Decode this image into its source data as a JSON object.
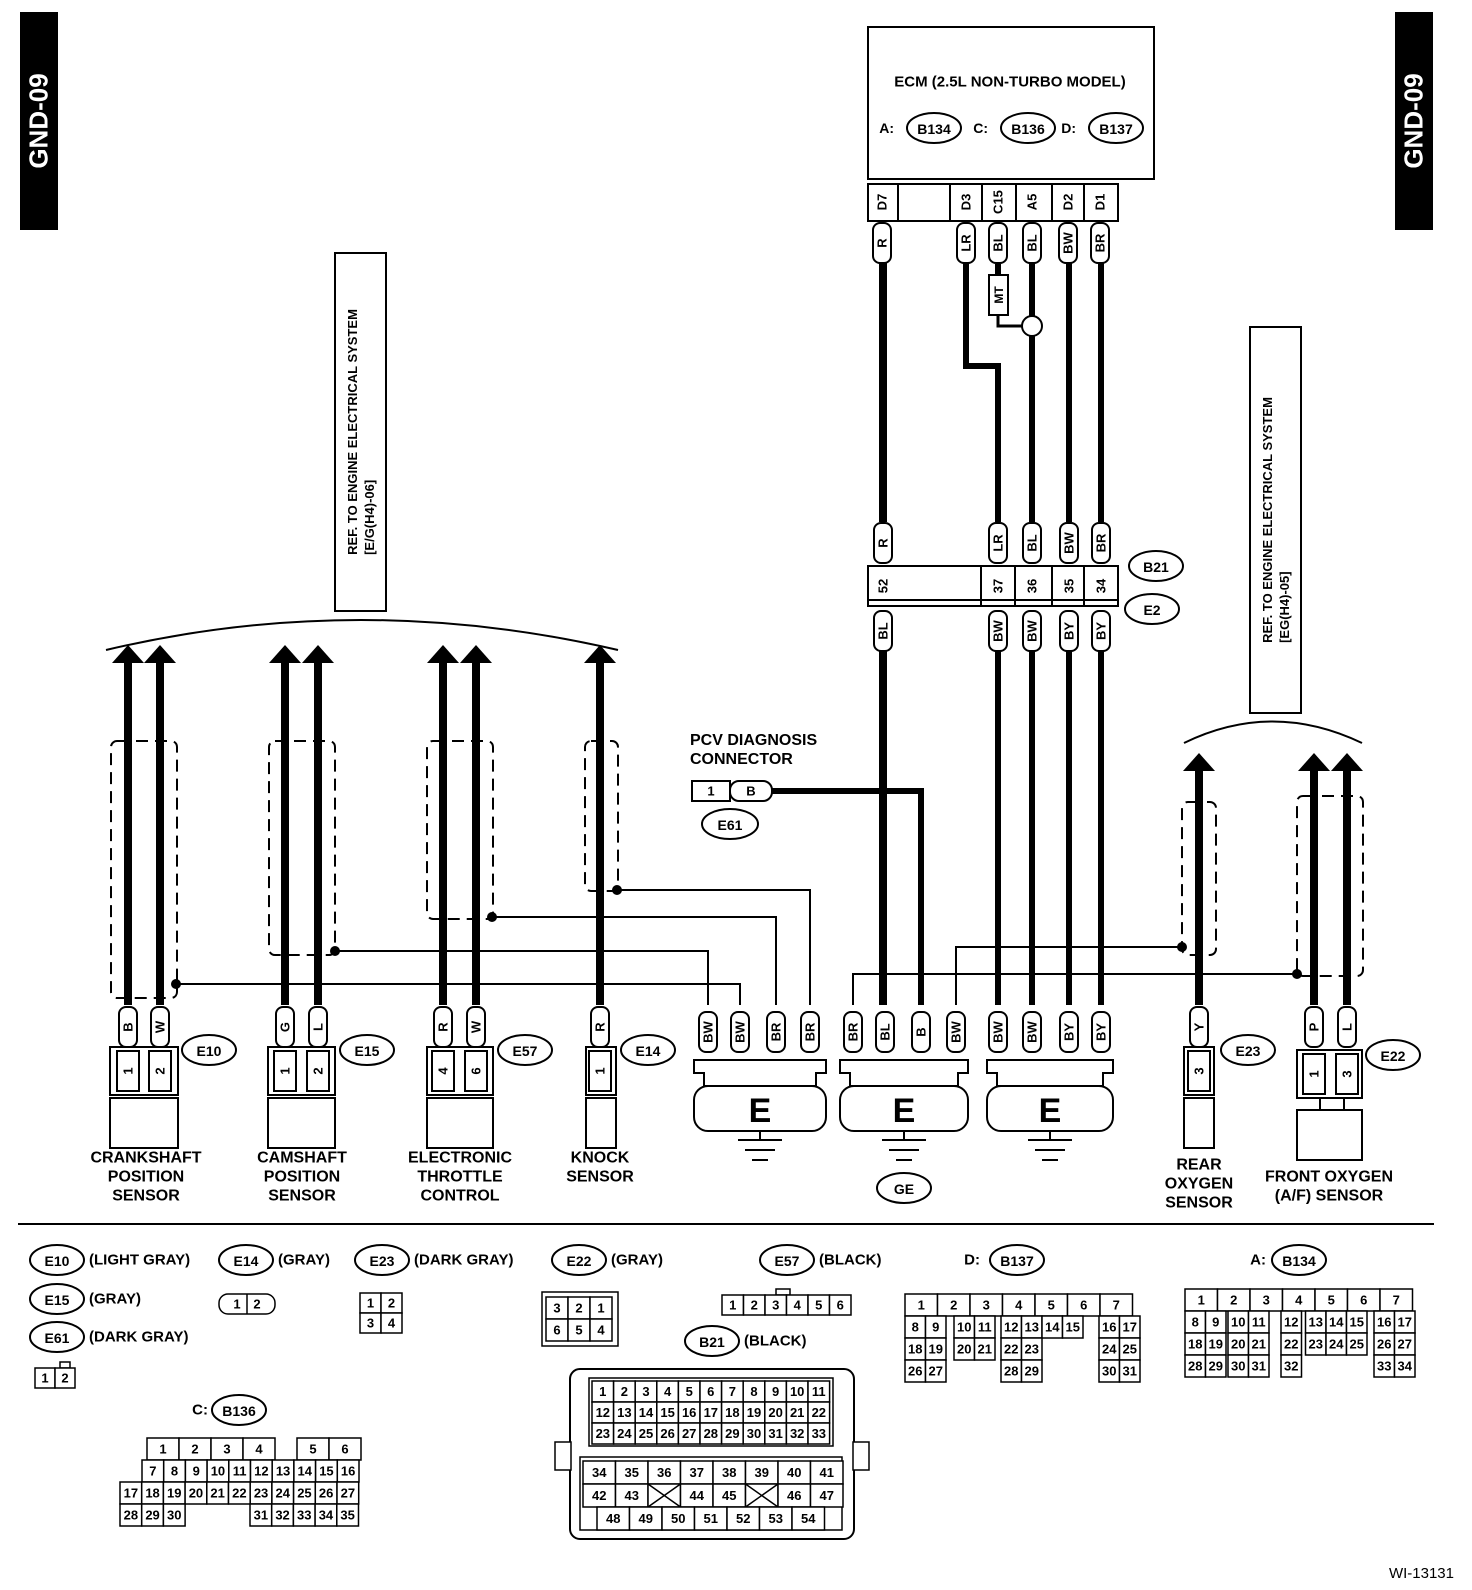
{
  "side_label": "GND-09",
  "ecm": {
    "title": "ECM (2.5L NON-TURBO MODEL)",
    "connectors": [
      {
        "prefix": "A:",
        "id": "B134"
      },
      {
        "prefix": "C:",
        "id": "B136"
      },
      {
        "prefix": "D:",
        "id": "B137"
      }
    ],
    "pins": [
      "D7",
      "D3",
      "C15",
      "A5",
      "D2",
      "D1"
    ],
    "wire_colors": [
      "R",
      "LR",
      "BL",
      "BL",
      "BW",
      "BR"
    ]
  },
  "mt_label": "MT",
  "ref_left": [
    "REF. TO ENGINE ELECTRICAL SYSTEM",
    "[E/G(H4)-06]"
  ],
  "ref_right": [
    "REF. TO ENGINE ELECTRICAL SYSTEM",
    "[EG(H4)-05]"
  ],
  "b21_e2": {
    "top_colors": [
      "R",
      "LR",
      "BL",
      "BW",
      "BR"
    ],
    "pins": [
      "52",
      "37",
      "36",
      "35",
      "34"
    ],
    "bottom_colors": [
      "BL",
      "BW",
      "BW",
      "BY",
      "BY"
    ],
    "ids": [
      "B21",
      "E2"
    ]
  },
  "pcv": {
    "label": [
      "PCV DIAGNOSIS",
      "CONNECTOR"
    ],
    "pins": [
      "1",
      "B"
    ],
    "id": "E61"
  },
  "sensors": [
    {
      "colors": [
        "B",
        "W"
      ],
      "pins": [
        "1",
        "2"
      ],
      "id": "E10",
      "name": [
        "CRANKSHAFT",
        "POSITION",
        "SENSOR"
      ]
    },
    {
      "colors": [
        "G",
        "L"
      ],
      "pins": [
        "1",
        "2"
      ],
      "id": "E15",
      "name": [
        "CAMSHAFT",
        "POSITION",
        "SENSOR"
      ]
    },
    {
      "colors": [
        "R",
        "W"
      ],
      "pins": [
        "4",
        "6"
      ],
      "id": "E57",
      "name": [
        "ELECTRONIC",
        "THROTTLE",
        "CONTROL"
      ]
    },
    {
      "colors": [
        "R"
      ],
      "pins": [
        "1"
      ],
      "id": "E14",
      "name": [
        "KNOCK",
        "SENSOR"
      ]
    },
    {
      "colors": [
        "Y"
      ],
      "pins": [
        "3"
      ],
      "id": "E23",
      "name": [
        "REAR",
        "OXYGEN",
        "SENSOR"
      ]
    },
    {
      "colors": [
        "P",
        "L"
      ],
      "pins": [
        "1",
        "3"
      ],
      "id": "E22",
      "name": [
        "FRONT OXYGEN",
        "(A/F) SENSOR"
      ]
    }
  ],
  "grounds": [
    {
      "letter": "E",
      "colors": [
        "BW",
        "BW",
        "BR",
        "BR"
      ]
    },
    {
      "letter": "E",
      "colors": [
        "BR",
        "BL",
        "B",
        "BW"
      ],
      "id": "GE"
    },
    {
      "letter": "E",
      "colors": [
        "BW",
        "BW",
        "BY",
        "BY"
      ]
    }
  ],
  "legend": {
    "e10": {
      "id": "E10",
      "desc": "(LIGHT GRAY)"
    },
    "e15": {
      "id": "E15",
      "desc": "(GRAY)"
    },
    "e61": {
      "id": "E61",
      "desc": "(DARK GRAY)",
      "pins": [
        "1",
        "2"
      ]
    },
    "e14": {
      "id": "E14",
      "desc": "(GRAY)",
      "pins": [
        "1",
        "2"
      ]
    },
    "e23": {
      "id": "E23",
      "desc": "(DARK GRAY)",
      "pins": [
        "1",
        "2",
        "3",
        "4"
      ]
    },
    "e22": {
      "id": "E22",
      "desc": "(GRAY)",
      "pins": [
        "3",
        "2",
        "1",
        "6",
        "5",
        "4"
      ]
    },
    "e57": {
      "id": "E57",
      "desc": "(BLACK)",
      "pins": [
        "1",
        "2",
        "3",
        "4",
        "5",
        "6"
      ]
    },
    "b21": {
      "id": "B21",
      "desc": "(BLACK)",
      "rows": [
        [
          "1",
          "2",
          "3",
          "4",
          "5",
          "6",
          "7",
          "8",
          "9",
          "10",
          "11"
        ],
        [
          "12",
          "13",
          "14",
          "15",
          "16",
          "17",
          "18",
          "19",
          "20",
          "21",
          "22"
        ],
        [
          "23",
          "24",
          "25",
          "26",
          "27",
          "28",
          "29",
          "30",
          "31",
          "32",
          "33"
        ]
      ],
      "rows2": [
        [
          "34",
          "35",
          "36",
          "37",
          "38",
          "39",
          "40",
          "41"
        ],
        [
          "42",
          "43",
          "",
          "44",
          "45",
          "",
          "46",
          "47"
        ],
        [
          "48",
          "49",
          "50",
          "51",
          "52",
          "53",
          "54"
        ]
      ]
    },
    "d": {
      "prefix": "D:",
      "id": "B137",
      "rows": [
        [
          "1",
          "2",
          "3",
          "4",
          "5",
          "6",
          "7"
        ],
        [
          "8",
          "9",
          "10",
          "11",
          "12",
          "13",
          "14",
          "15",
          "16",
          "17"
        ],
        [
          "18",
          "19",
          "20",
          "21",
          "22",
          "23",
          "24",
          "25"
        ],
        [
          "26",
          "27",
          "28",
          "29",
          "30",
          "31"
        ]
      ]
    },
    "a": {
      "prefix": "A:",
      "id": "B134",
      "rows": [
        [
          "1",
          "2",
          "3",
          "4",
          "5",
          "6",
          "7"
        ],
        [
          "8",
          "9",
          "10",
          "11",
          "12",
          "13",
          "14",
          "15",
          "16",
          "17"
        ],
        [
          "18",
          "19",
          "20",
          "21",
          "22",
          "23",
          "24",
          "25",
          "26",
          "27"
        ],
        [
          "28",
          "29",
          "30",
          "31",
          "32",
          "33",
          "34"
        ]
      ]
    },
    "c": {
      "prefix": "C:",
      "id": "B136",
      "rows": [
        [
          "1",
          "2",
          "3",
          "4",
          "5",
          "6"
        ],
        [
          "7",
          "8",
          "9",
          "10",
          "11",
          "12",
          "13",
          "14",
          "15",
          "16"
        ],
        [
          "17",
          "18",
          "19",
          "20",
          "21",
          "22",
          "23",
          "24",
          "25",
          "26",
          "27"
        ],
        [
          "28",
          "29",
          "30",
          "31",
          "32",
          "33",
          "34",
          "35"
        ]
      ]
    }
  },
  "figure_id": "WI-13131"
}
